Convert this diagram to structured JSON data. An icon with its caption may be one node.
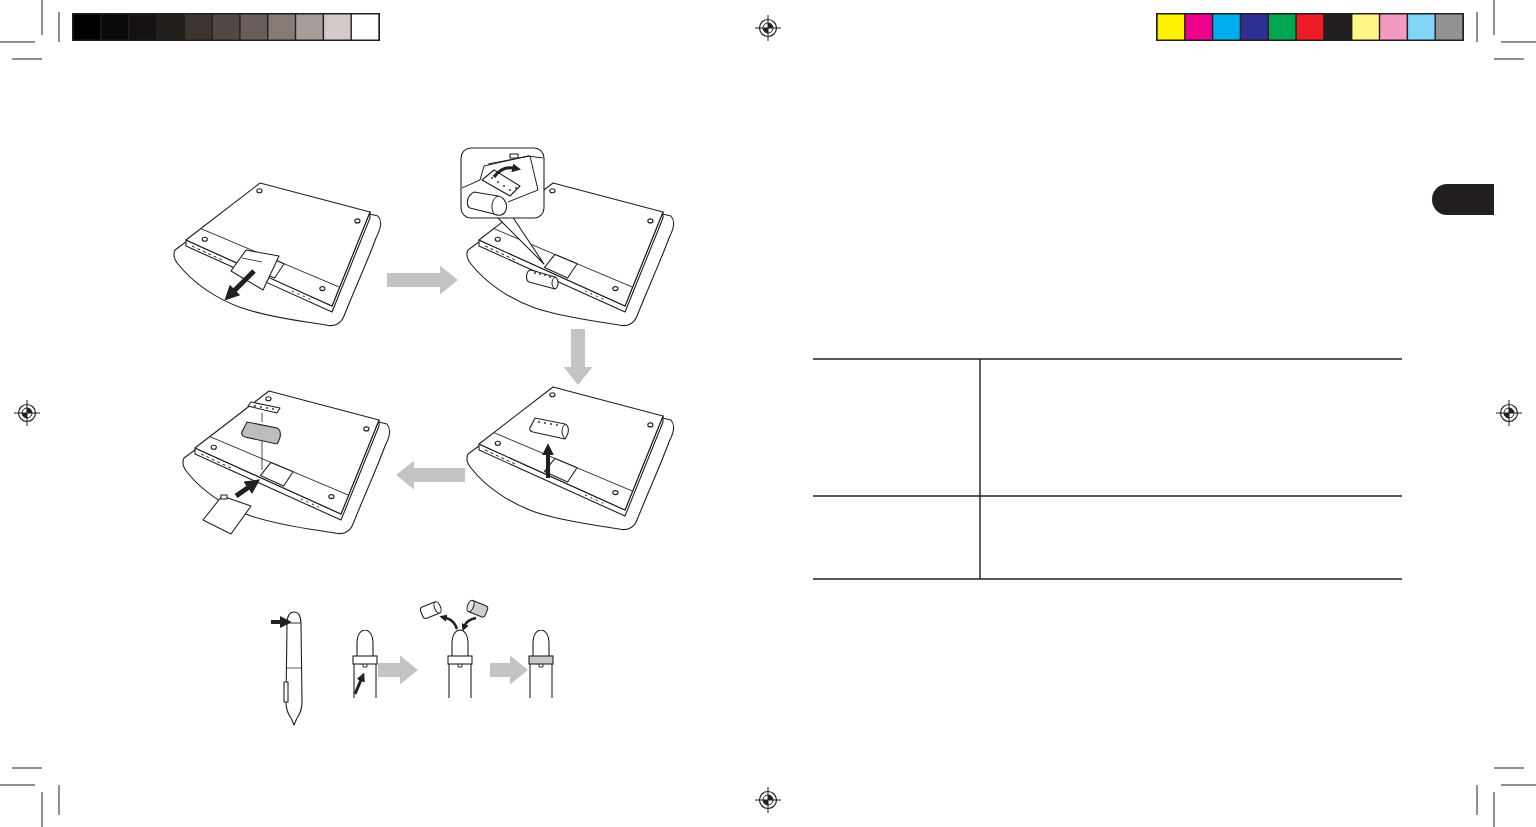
{
  "diagram": {
    "nodes": [
      {
        "text": [],
        "shape": "picture"
      },
      {
        "text": [],
        "shape": "picture"
      },
      {
        "text": [],
        "shape": "picture"
      },
      {
        "text": [],
        "shape": "picture"
      },
      {
        "text": [],
        "shape": "picture"
      },
      {
        "text": [],
        "shape": "picture"
      },
      {
        "text": [],
        "shape": "picture"
      },
      {
        "text": [],
        "shape": "picture"
      }
    ],
    "edges": [
      {
        "from": 0,
        "to": 1,
        "arrow": "to"
      },
      {
        "from": 1,
        "to": 2,
        "arrow": "to"
      },
      {
        "from": 2,
        "to": 3,
        "arrow": "to"
      },
      {
        "from": 5,
        "to": 6,
        "arrow": "to"
      },
      {
        "from": 6,
        "to": 7,
        "arrow": "to"
      }
    ]
  }
}
